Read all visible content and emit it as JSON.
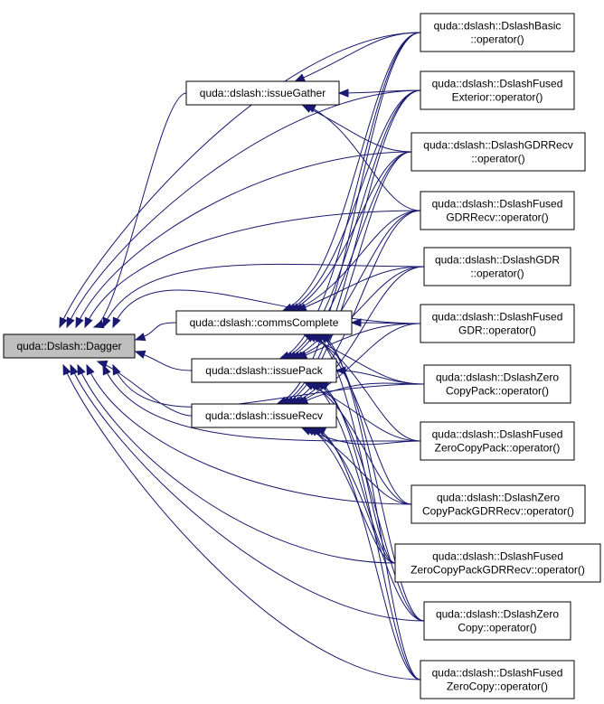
{
  "graph": {
    "edge_color": "#191970",
    "root_fill": "#bfbfbf",
    "node_fill": "#ffffff",
    "nodes": [
      {
        "id": "dagger",
        "lines": [
          "quda::Dslash::Dagger"
        ],
        "root": true
      },
      {
        "id": "issueGather",
        "lines": [
          "quda::dslash::issueGather"
        ]
      },
      {
        "id": "commsComplete",
        "lines": [
          "quda::dslash::commsComplete"
        ]
      },
      {
        "id": "issuePack",
        "lines": [
          "quda::dslash::issuePack"
        ]
      },
      {
        "id": "issueRecv",
        "lines": [
          "quda::dslash::issueRecv"
        ]
      },
      {
        "id": "basic",
        "lines": [
          "quda::dslash::DslashBasic",
          "::operator()"
        ]
      },
      {
        "id": "fusedExterior",
        "lines": [
          "quda::dslash::DslashFused",
          "Exterior::operator()"
        ]
      },
      {
        "id": "gdrRecv",
        "lines": [
          "quda::dslash::DslashGDRRecv",
          "::operator()"
        ]
      },
      {
        "id": "fusedGdrRecv",
        "lines": [
          "quda::dslash::DslashFused",
          "GDRRecv::operator()"
        ]
      },
      {
        "id": "gdr",
        "lines": [
          "quda::dslash::DslashGDR",
          "::operator()"
        ]
      },
      {
        "id": "fusedGdr",
        "lines": [
          "quda::dslash::DslashFused",
          "GDR::operator()"
        ]
      },
      {
        "id": "zeroCopyPack",
        "lines": [
          "quda::dslash::DslashZero",
          "CopyPack::operator()"
        ]
      },
      {
        "id": "fusedZeroCopyPack",
        "lines": [
          "quda::dslash::DslashFused",
          "ZeroCopyPack::operator()"
        ]
      },
      {
        "id": "zeroCopyPackGdrRecv",
        "lines": [
          "quda::dslash::DslashZero",
          "CopyPackGDRRecv::operator()"
        ]
      },
      {
        "id": "fusedZeroCopyPackGdrRecv",
        "lines": [
          "quda::dslash::DslashFused",
          "ZeroCopyPackGDRRecv::operator()"
        ]
      },
      {
        "id": "zeroCopy",
        "lines": [
          "quda::dslash::DslashZero",
          "Copy::operator()"
        ]
      },
      {
        "id": "fusedZeroCopy",
        "lines": [
          "quda::dslash::DslashFused",
          "ZeroCopy::operator()"
        ]
      }
    ],
    "edges": [
      [
        "issueGather",
        "dagger"
      ],
      [
        "commsComplete",
        "dagger"
      ],
      [
        "issuePack",
        "dagger"
      ],
      [
        "issueRecv",
        "dagger"
      ],
      [
        "basic",
        "dagger"
      ],
      [
        "fusedExterior",
        "dagger"
      ],
      [
        "gdrRecv",
        "dagger"
      ],
      [
        "fusedGdrRecv",
        "dagger"
      ],
      [
        "gdr",
        "dagger"
      ],
      [
        "fusedGdr",
        "dagger"
      ],
      [
        "zeroCopyPack",
        "dagger"
      ],
      [
        "fusedZeroCopyPack",
        "dagger"
      ],
      [
        "zeroCopyPackGdrRecv",
        "dagger"
      ],
      [
        "fusedZeroCopyPackGdrRecv",
        "dagger"
      ],
      [
        "zeroCopy",
        "dagger"
      ],
      [
        "fusedZeroCopy",
        "dagger"
      ],
      [
        "basic",
        "issueGather"
      ],
      [
        "fusedExterior",
        "issueGather"
      ],
      [
        "gdrRecv",
        "issueGather"
      ],
      [
        "fusedGdrRecv",
        "issueGather"
      ],
      [
        "basic",
        "commsComplete"
      ],
      [
        "fusedExterior",
        "commsComplete"
      ],
      [
        "gdrRecv",
        "commsComplete"
      ],
      [
        "fusedGdrRecv",
        "commsComplete"
      ],
      [
        "gdr",
        "commsComplete"
      ],
      [
        "fusedGdr",
        "commsComplete"
      ],
      [
        "zeroCopyPack",
        "commsComplete"
      ],
      [
        "fusedZeroCopyPack",
        "commsComplete"
      ],
      [
        "zeroCopyPackGdrRecv",
        "commsComplete"
      ],
      [
        "fusedZeroCopyPackGdrRecv",
        "commsComplete"
      ],
      [
        "zeroCopy",
        "commsComplete"
      ],
      [
        "fusedZeroCopy",
        "commsComplete"
      ],
      [
        "basic",
        "issuePack"
      ],
      [
        "fusedExterior",
        "issuePack"
      ],
      [
        "gdrRecv",
        "issuePack"
      ],
      [
        "fusedGdrRecv",
        "issuePack"
      ],
      [
        "gdr",
        "issuePack"
      ],
      [
        "fusedGdr",
        "issuePack"
      ],
      [
        "zeroCopyPack",
        "issuePack"
      ],
      [
        "fusedZeroCopyPack",
        "issuePack"
      ],
      [
        "zeroCopyPackGdrRecv",
        "issuePack"
      ],
      [
        "fusedZeroCopyPackGdrRecv",
        "issuePack"
      ],
      [
        "zeroCopy",
        "issuePack"
      ],
      [
        "fusedZeroCopy",
        "issuePack"
      ],
      [
        "basic",
        "issueRecv"
      ],
      [
        "fusedExterior",
        "issueRecv"
      ],
      [
        "gdrRecv",
        "issueRecv"
      ],
      [
        "fusedGdrRecv",
        "issueRecv"
      ],
      [
        "gdr",
        "issueRecv"
      ],
      [
        "fusedGdr",
        "issueRecv"
      ],
      [
        "zeroCopyPack",
        "issueRecv"
      ],
      [
        "fusedZeroCopyPack",
        "issueRecv"
      ],
      [
        "zeroCopyPackGdrRecv",
        "issueRecv"
      ],
      [
        "fusedZeroCopyPackGdrRecv",
        "issueRecv"
      ],
      [
        "zeroCopy",
        "issueRecv"
      ],
      [
        "fusedZeroCopy",
        "issueRecv"
      ]
    ]
  }
}
